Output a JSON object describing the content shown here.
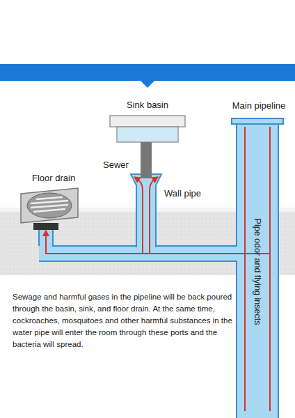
{
  "diagram": {
    "labels": [
      "Sink basin",
      "Main pipeline",
      "Sewer",
      "Wall pipe",
      "Floor drain",
      "Pipe odor and flying insects",
      "Sewage and harmful gases in the pipeline will be back poured through the basin, sink, and floor drain. At the same time, cockroaches, mosquitoes and other harmful substances in the water pipe will enter the room through these ports and the bacteria will spread."
    ]
  }
}
